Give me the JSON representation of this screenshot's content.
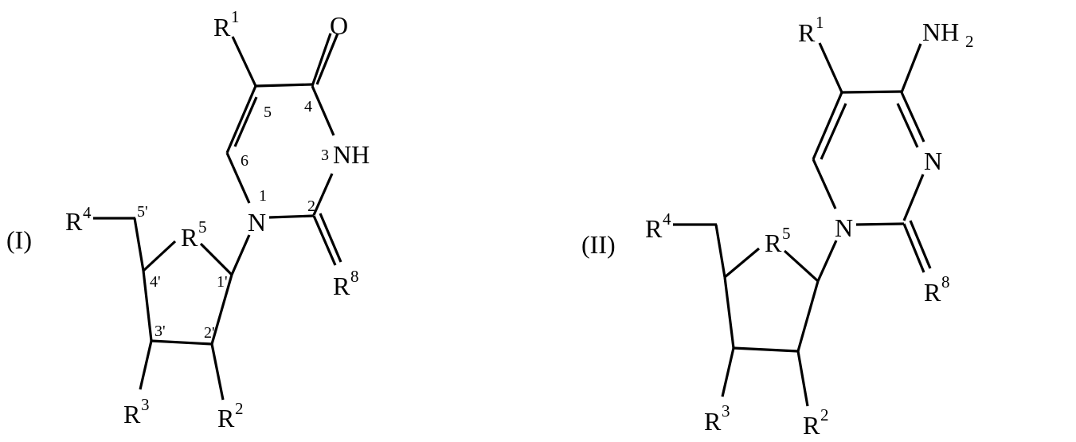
{
  "figure": {
    "structures": [
      {
        "label": "(I)",
        "atoms": {
          "R1": {
            "base": "R",
            "sup": "1"
          },
          "O": "O",
          "NH": "NH",
          "N1": "N",
          "R4": {
            "base": "R",
            "sup": "4"
          },
          "R5": {
            "base": "R",
            "sup": "5"
          },
          "R8": {
            "base": "R",
            "sup": "8"
          },
          "R3": {
            "base": "R",
            "sup": "3"
          },
          "R2": {
            "base": "R",
            "sup": "2"
          }
        },
        "positions": {
          "p1": "1",
          "p2": "2",
          "p3": "3",
          "p4": "4",
          "p5": "5",
          "p6": "6",
          "p1p": "1'",
          "p2p": "2'",
          "p3p": "3'",
          "p4p": "4'",
          "p5p": "5'"
        }
      },
      {
        "label": "(II)",
        "atoms": {
          "R1": {
            "base": "R",
            "sup": "1"
          },
          "NH2": {
            "base": "NH",
            "sub": "2"
          },
          "N3": "N",
          "N1": "N",
          "R4": {
            "base": "R",
            "sup": "4"
          },
          "R5": {
            "base": "R",
            "sup": "5"
          },
          "R8": {
            "base": "R",
            "sup": "8"
          },
          "R3": {
            "base": "R",
            "sup": "3"
          },
          "R2": {
            "base": "R",
            "sup": "2"
          }
        }
      }
    ]
  }
}
